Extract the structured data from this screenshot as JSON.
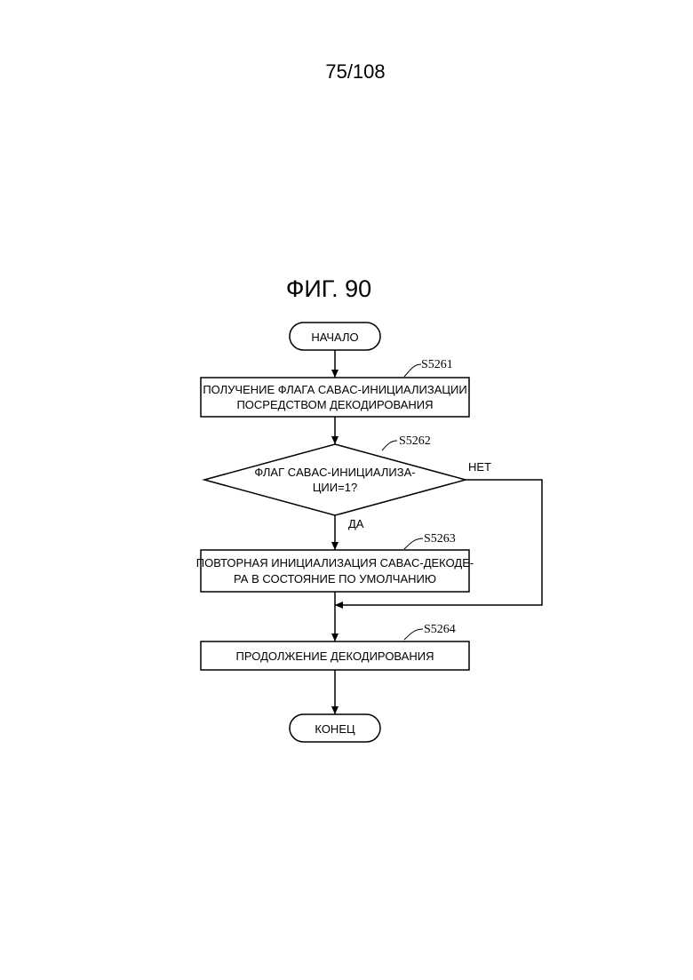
{
  "page": {
    "number": "75/108",
    "figure_title": "ФИГ. 90"
  },
  "flowchart": {
    "start": {
      "label": "НАЧАЛО"
    },
    "steps": [
      {
        "id": "S5261",
        "type": "process",
        "lines": [
          "ПОЛУЧЕНИЕ ФЛАГА CABAC-ИНИЦИАЛИЗАЦИИ",
          "ПОСРЕДСТВОМ ДЕКОДИРОВАНИЯ"
        ]
      },
      {
        "id": "S5262",
        "type": "decision",
        "lines": [
          "ФЛАГ CABAC-ИНИЦИАЛИЗА-",
          "ЦИИ=1?"
        ],
        "yes_label": "ДА",
        "no_label": "НЕТ"
      },
      {
        "id": "S5263",
        "type": "process",
        "lines": [
          "ПОВТОРНАЯ ИНИЦИАЛИЗАЦИЯ CABAC-ДЕКОДЕ-",
          "РА В СОСТОЯНИЕ ПО УМОЛЧАНИЮ"
        ]
      },
      {
        "id": "S5264",
        "type": "process",
        "lines": [
          "ПРОДОЛЖЕНИЕ ДЕКОДИРОВАНИЯ"
        ]
      }
    ],
    "end": {
      "label": "КОНЕЦ"
    }
  }
}
